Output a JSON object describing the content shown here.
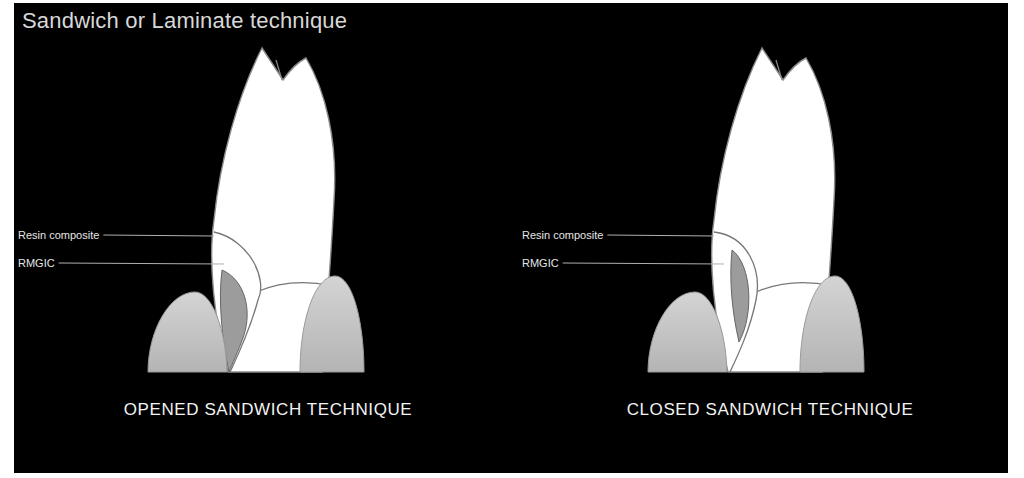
{
  "diagram": {
    "title": "Sandwich or Laminate technique",
    "labels": [
      "Resin composite",
      "RMGIC",
      "OPENED SANDWICH TECHNIQUE",
      "Resin composite",
      "RMGIC",
      "CLOSED SANDWICH TECHNIQUE"
    ]
  }
}
